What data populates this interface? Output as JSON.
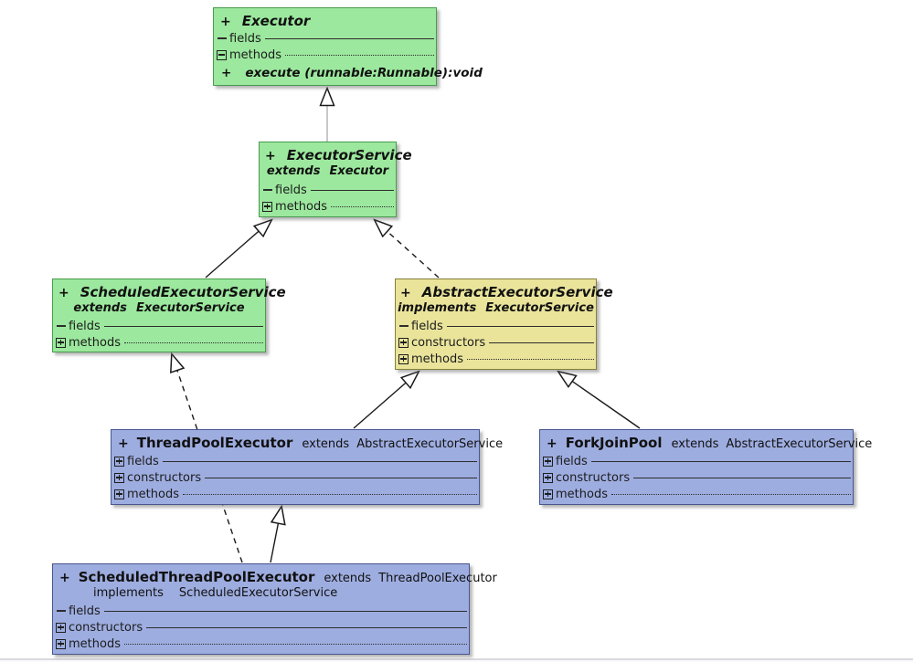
{
  "labels": {
    "fields": "fields",
    "constructors": "constructors",
    "methods": "methods",
    "extends": "extends",
    "implements": "implements"
  },
  "classes": {
    "executor": {
      "visibility": "+",
      "name": "Executor",
      "kind": "interface",
      "method": {
        "visibility": "+",
        "signature": "execute (runnable:Runnable):void"
      }
    },
    "executor_service": {
      "visibility": "+",
      "name": "ExecutorService",
      "kind": "interface",
      "extends": "Executor"
    },
    "scheduled_executor_service": {
      "visibility": "+",
      "name": "ScheduledExecutorService",
      "kind": "interface",
      "extends": "ExecutorService"
    },
    "abstract_executor_service": {
      "visibility": "+",
      "name": "AbstractExecutorService",
      "kind": "abstract class",
      "implements": "ExecutorService"
    },
    "thread_pool_executor": {
      "visibility": "+",
      "name": "ThreadPoolExecutor",
      "kind": "class",
      "extends": "AbstractExecutorService"
    },
    "fork_join_pool": {
      "visibility": "+",
      "name": "ForkJoinPool",
      "kind": "class",
      "extends": "AbstractExecutorService"
    },
    "scheduled_thread_pool_executor": {
      "visibility": "+",
      "name": "ScheduledThreadPoolExecutor",
      "kind": "class",
      "extends": "ThreadPoolExecutor",
      "implements": "ScheduledExecutorService"
    }
  },
  "relationships": [
    {
      "from": "ExecutorService",
      "to": "Executor",
      "type": "extends",
      "line": "solid",
      "arrowhead": "hollow-triangle"
    },
    {
      "from": "ScheduledExecutorService",
      "to": "ExecutorService",
      "type": "extends",
      "line": "solid",
      "arrowhead": "hollow-triangle"
    },
    {
      "from": "AbstractExecutorService",
      "to": "ExecutorService",
      "type": "implements",
      "line": "dashed",
      "arrowhead": "hollow-triangle"
    },
    {
      "from": "ThreadPoolExecutor",
      "to": "AbstractExecutorService",
      "type": "extends",
      "line": "solid",
      "arrowhead": "hollow-triangle"
    },
    {
      "from": "ForkJoinPool",
      "to": "AbstractExecutorService",
      "type": "extends",
      "line": "solid",
      "arrowhead": "hollow-triangle"
    },
    {
      "from": "ScheduledThreadPoolExecutor",
      "to": "ThreadPoolExecutor",
      "type": "extends",
      "line": "solid",
      "arrowhead": "hollow-triangle"
    },
    {
      "from": "ScheduledThreadPoolExecutor",
      "to": "ScheduledExecutorService",
      "type": "implements",
      "line": "dashed",
      "arrowhead": "hollow-triangle"
    }
  ],
  "colors": {
    "interface_fill": "#9ce89e",
    "interface_border": "#4a9a4e",
    "abstract_fill": "#eae49b",
    "abstract_border": "#85803c",
    "class_fill": "#9eade0",
    "class_border": "#47568c",
    "edge_line": "#1a1a1a",
    "faded_edge_line": "#b5b5b5",
    "background": "#ffffff"
  }
}
